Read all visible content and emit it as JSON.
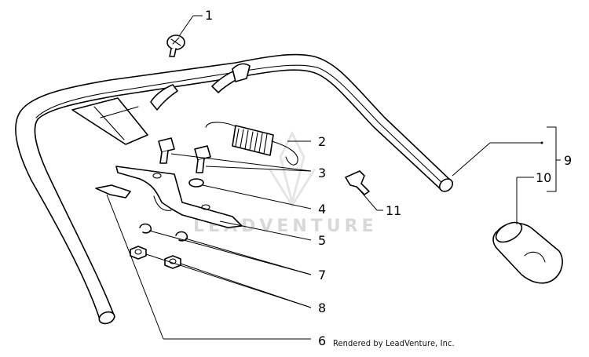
{
  "callouts": [
    "1",
    "2",
    "3",
    "4",
    "5",
    "6",
    "7",
    "8",
    "9",
    "10",
    "11"
  ],
  "watermark": "LEADVENTURE",
  "credit": "Rendered by LeadVenture, Inc."
}
